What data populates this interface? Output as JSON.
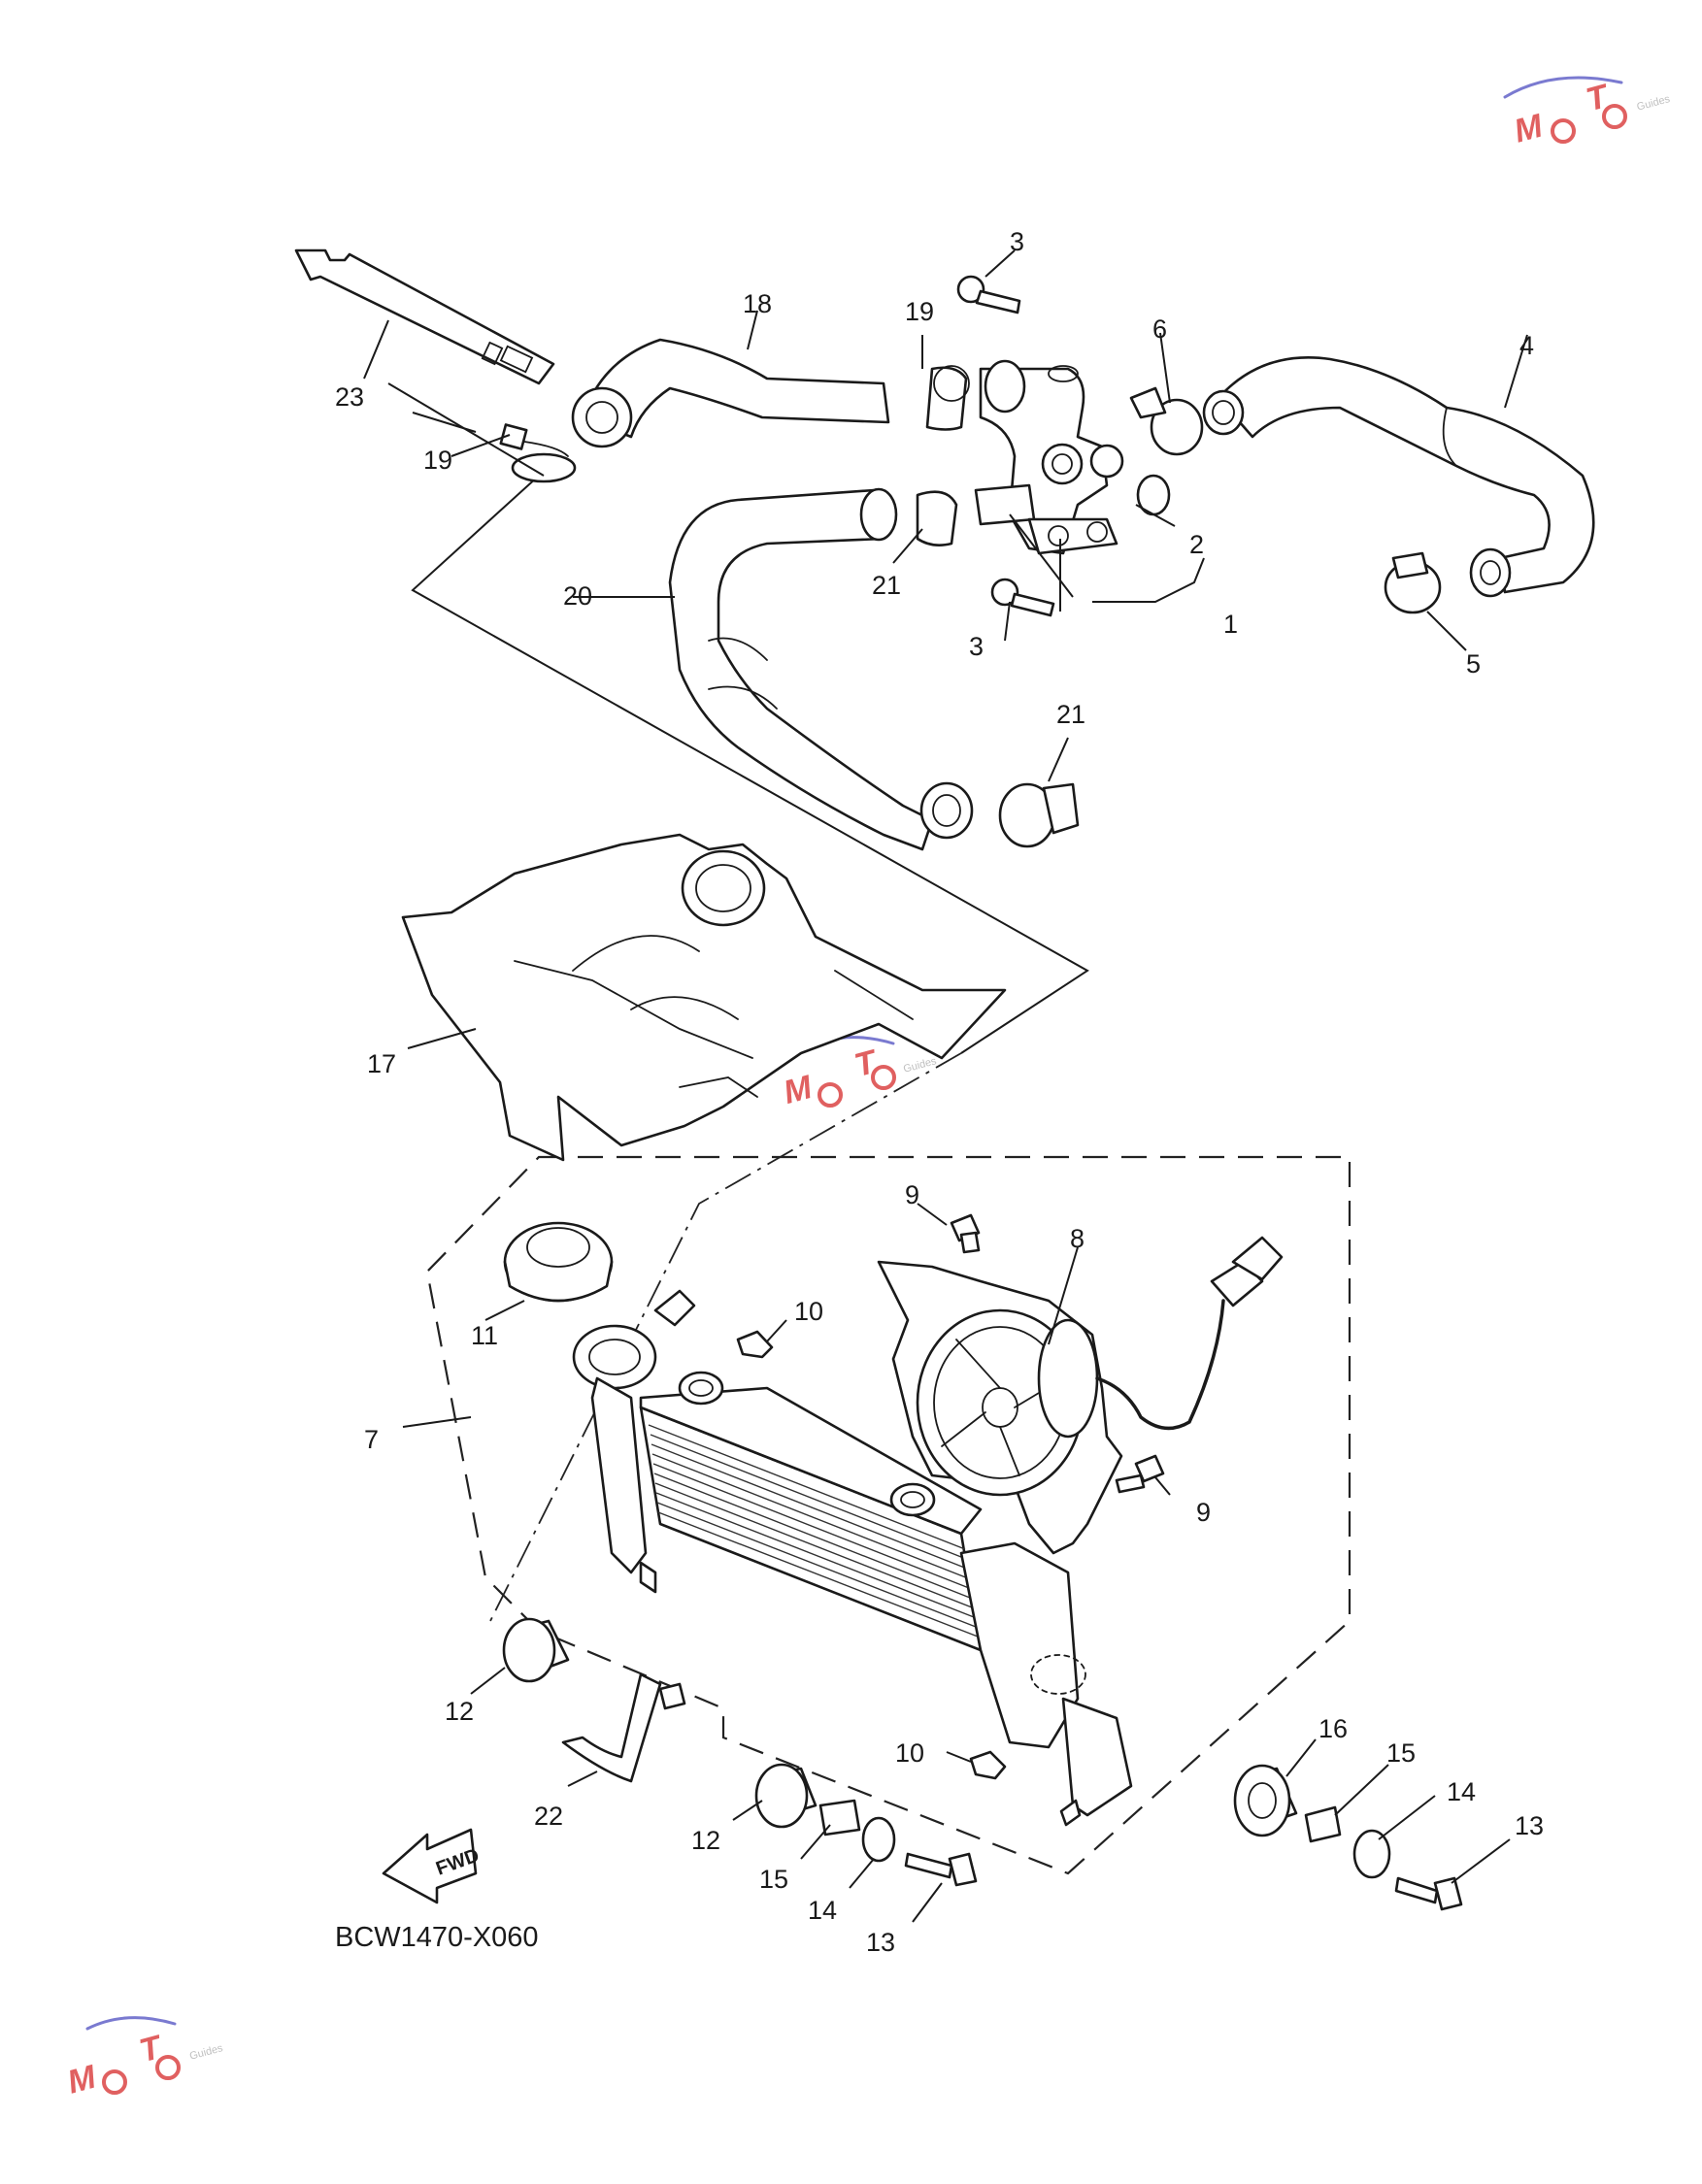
{
  "diagram_code": "BCW1470-X060",
  "fwd_label": "FWD",
  "watermark": {
    "text": "MOTO",
    "sub": "Guides",
    "accent": "#e06060"
  },
  "callouts": {
    "c1": "1",
    "c2": "2",
    "c3a": "3",
    "c3b": "3",
    "c4": "4",
    "c5": "5",
    "c6": "6",
    "c7": "7",
    "c8": "8",
    "c9a": "9",
    "c9b": "9",
    "c10a": "10",
    "c10b": "10",
    "c11": "11",
    "c12a": "12",
    "c12b": "12",
    "c13a": "13",
    "c13b": "13",
    "c14a": "14",
    "c14b": "14",
    "c15a": "15",
    "c15b": "15",
    "c16": "16",
    "c17": "17",
    "c18": "18",
    "c19a": "19",
    "c19b": "19",
    "c20": "20",
    "c21a": "21",
    "c21b": "21",
    "c22": "22",
    "c23": "23"
  }
}
